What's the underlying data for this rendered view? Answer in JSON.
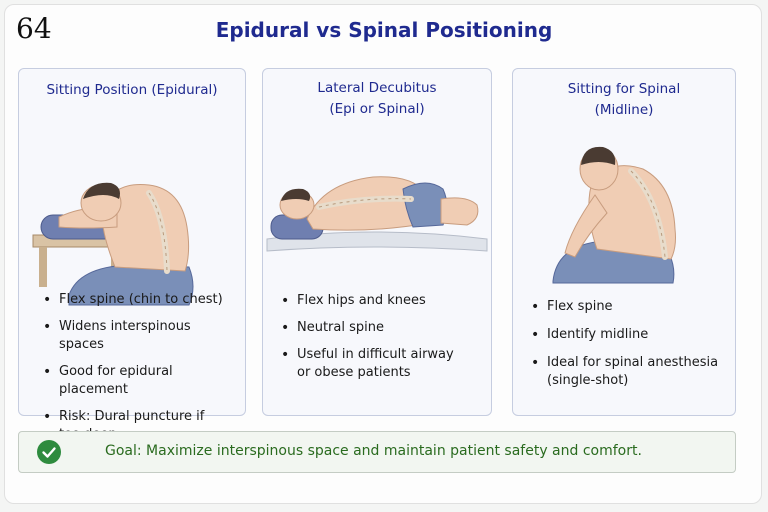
{
  "page_number": "64",
  "title": "Epidural vs Spinal Positioning",
  "cards": [
    {
      "title_lines": [
        "Sitting Position (Epidural)"
      ],
      "illustration": "patient-sitting-leaning-forward",
      "bullets": [
        "Flex spine (chin to chest)",
        "Widens interspinous spaces",
        "Good for epidural placement",
        "Risk: Dural puncture if too deep"
      ]
    },
    {
      "title_lines": [
        "Lateral Decubitus",
        "(Epi or Spinal)"
      ],
      "illustration": "patient-lying-on-side",
      "bullets": [
        "Flex hips and knees",
        "Neutral spine",
        "Useful in difficult airway or obese patients"
      ]
    },
    {
      "title_lines": [
        "Sitting for Spinal",
        "(Midline)"
      ],
      "illustration": "patient-sitting-hunched",
      "bullets": [
        "Flex spine",
        "Identify midline",
        "Ideal for spinal anesthesia (single-shot)"
      ]
    }
  ],
  "goal": {
    "icon": "check-circle-icon",
    "text": "Goal: Maximize interspinous space and maintain patient safety and comfort."
  },
  "colors": {
    "title": "#1f2a8f",
    "goal_text": "#2a6b1f",
    "check": "#2e8b3e",
    "skin": "#f0cdb4",
    "shorts": "#7a8fb8"
  }
}
